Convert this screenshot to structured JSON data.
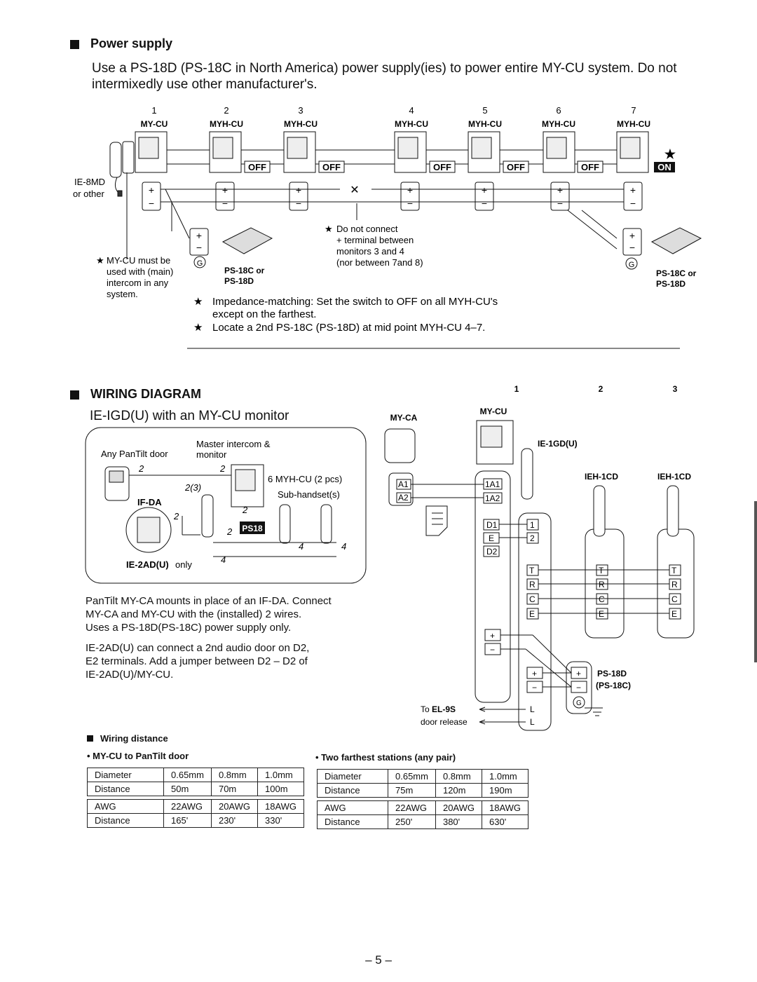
{
  "power": {
    "title": "Power supply",
    "intro": "Use a PS-18D (PS-18C in North America) power supply(ies) to power entire MY-CU system. Do not intermixedly use other manufacturer's.",
    "monitors": [
      {
        "num": "1",
        "label": "MY-CU"
      },
      {
        "num": "2",
        "label": "MYH-CU"
      },
      {
        "num": "3",
        "label": "MYH-CU"
      },
      {
        "num": "4",
        "label": "MYH-CU"
      },
      {
        "num": "5",
        "label": "MYH-CU"
      },
      {
        "num": "6",
        "label": "MYH-CU"
      },
      {
        "num": "7",
        "label": "MYH-CU"
      }
    ],
    "switch_off": "OFF",
    "switch_on": "ON",
    "star": "★",
    "plus": "+",
    "minus": "−",
    "ground": "G",
    "ie8md": "IE-8MD",
    "or_other": "or other",
    "mycu_note": [
      "MY-CU must be",
      "used with (main)",
      "intercom in any",
      "system."
    ],
    "ps_left": [
      "PS-18C or",
      "PS-18D"
    ],
    "ps_right": [
      "PS-18C or",
      "PS-18D"
    ],
    "do_not_connect": [
      "Do not connect",
      "+ terminal between",
      "monitors 3 and 4",
      "(nor between 7and 8)"
    ],
    "notes": [
      "Impedance-matching: Set the switch to OFF on all MYH-CU's",
      "except on the farthest.",
      "Locate a 2nd PS-18C (PS-18D) at mid point MYH-CU 4–7."
    ]
  },
  "wiring": {
    "title": "WIRING DIAGRAM",
    "subtitle": "IE-IGD(U) with an MY-CU monitor",
    "box": {
      "any_pantilt": "Any PanTilt door",
      "master": "Master intercom &",
      "monitor": "monitor",
      "n2a": "2",
      "n2b": "2",
      "n23": "2(3)",
      "myh": "6 MYH-CU (2 pcs)",
      "subhandsets": "Sub-handset(s)",
      "ifda": "IF-DA",
      "n2c": "2",
      "n2d": "2",
      "n2e": "2",
      "ps18": "PS18",
      "n4a": "4",
      "n4b": "4",
      "n4c": "4",
      "ie2ad": "IE-2AD(U)",
      "only": "only"
    },
    "paragraph1": [
      "PanTilt MY-CA mounts in place of an IF-DA. Connect",
      "MY-CA and MY-CU with the (installed) 2 wires.",
      "Uses a PS-18D(PS-18C) power supply only."
    ],
    "paragraph2": [
      "IE-2AD(U) can connect a 2nd audio door on D2,",
      "E2 terminals. Add a jumper between D2 – D2 of",
      "IE-2AD(U)/MY-CU."
    ],
    "right": {
      "n1": "1",
      "n2": "2",
      "n3": "3",
      "myca": "MY-CA",
      "mycu": "MY-CU",
      "ie1gd": "IE-1GD(U)",
      "ieh1": "IEH-1CD",
      "ieh2": "IEH-1CD",
      "a1": "A1",
      "a2": "A2",
      "t1a1": "1A1",
      "t1a2": "1A2",
      "d1": "D1",
      "e": "E",
      "d2": "D2",
      "h1": "1",
      "h2": "2",
      "t": "T",
      "r": "R",
      "c": "C",
      "e2": "E",
      "plus": "+",
      "minus": "−",
      "g": "G",
      "ps18d": "PS-18D",
      "ps18c": "(PS-18C)",
      "to": "To ",
      "el9s": "EL-9S",
      "door_release": "door release",
      "l": "L"
    }
  },
  "distance": {
    "title": "Wiring distance",
    "left_title": "MY-CU to PanTilt door",
    "right_title": "Two farthest stations (any pair)",
    "left_table": {
      "metric": [
        [
          "Diameter",
          "0.65mm",
          "0.8mm",
          "1.0mm"
        ],
        [
          "Distance",
          "50m",
          "70m",
          "100m"
        ]
      ],
      "imperial": [
        [
          "AWG",
          "22AWG",
          "20AWG",
          "18AWG"
        ],
        [
          "Distance",
          "165'",
          "230'",
          "330'"
        ]
      ]
    },
    "right_table": {
      "metric": [
        [
          "Diameter",
          "0.65mm",
          "0.8mm",
          "1.0mm"
        ],
        [
          "Distance",
          "75m",
          "120m",
          "190m"
        ]
      ],
      "imperial": [
        [
          "AWG",
          "22AWG",
          "20AWG",
          "18AWG"
        ],
        [
          "Distance",
          "250'",
          "380'",
          "630'"
        ]
      ]
    }
  },
  "page_number": "– 5 –"
}
